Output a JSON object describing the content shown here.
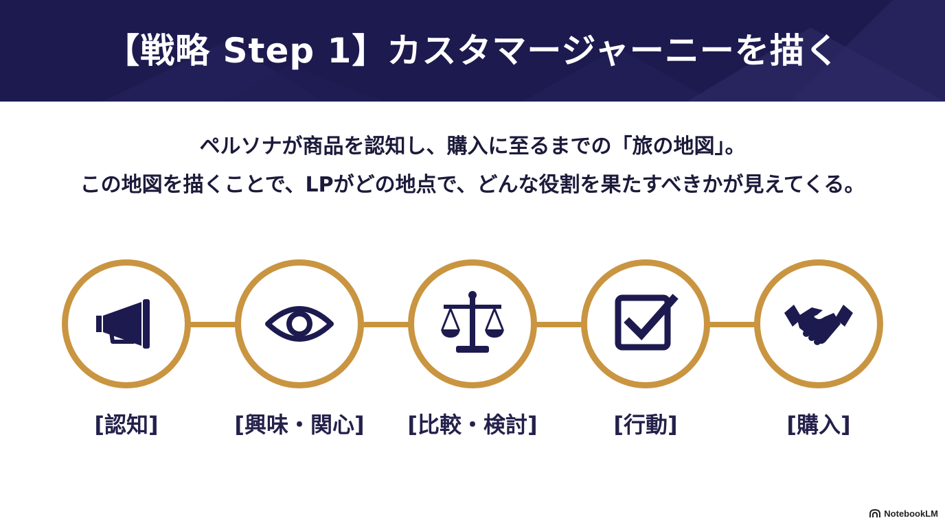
{
  "header": {
    "title": "【戦略 Step 1】カスタマージャーニーを描く"
  },
  "intro": {
    "line1": "ペルソナが商品を認知し、購入に至るまでの「旅の地図」。",
    "line2": "この地図を描くことで、LPがどの地点で、どんな役割を果たすべきかが見えてくる。"
  },
  "steps": [
    {
      "label": "[認知]",
      "icon": "megaphone-icon"
    },
    {
      "label": "[興味・関心]",
      "icon": "eye-icon"
    },
    {
      "label": "[比較・検討]",
      "icon": "scale-icon"
    },
    {
      "label": "[行動]",
      "icon": "checkbox-icon"
    },
    {
      "label": "[購入]",
      "icon": "handshake-icon"
    }
  ],
  "brand": {
    "name": "NotebookLM"
  },
  "colors": {
    "navy": "#1d1a4f",
    "gold": "#c99541",
    "text": "#1c1a3a"
  }
}
